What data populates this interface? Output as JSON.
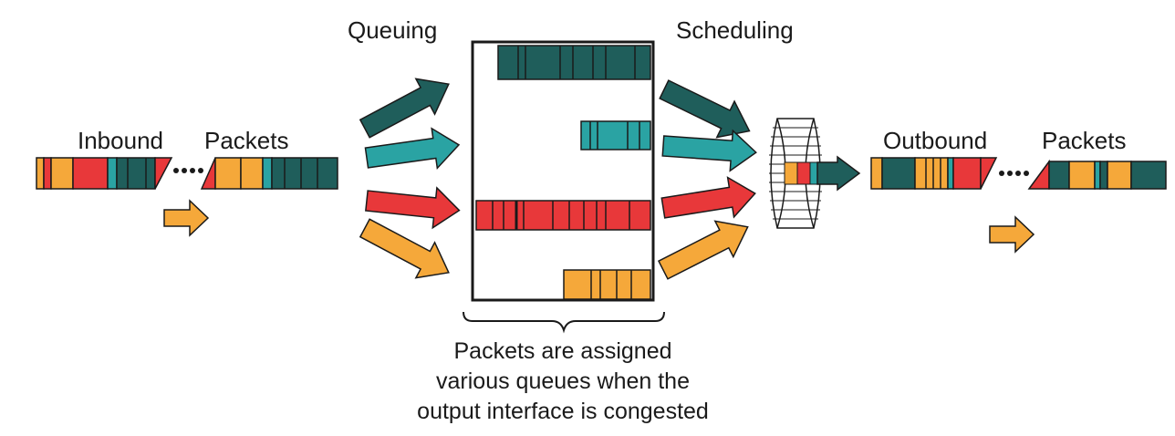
{
  "labels": {
    "queuing": "Queuing",
    "scheduling": "Scheduling",
    "inbound": "Inbound",
    "inbound_packets": "Packets",
    "outbound": "Outbound",
    "outbound_packets": "Packets"
  },
  "caption": {
    "line1": "Packets are assigned",
    "line2": "various queues when the",
    "line3": "output interface is congested"
  },
  "colors": {
    "teal_dark": "#1f5e5b",
    "teal": "#2aa3a3",
    "red": "#e8383a",
    "orange": "#f5a83a",
    "outline": "#1a1a1a",
    "background": "#ffffff"
  }
}
